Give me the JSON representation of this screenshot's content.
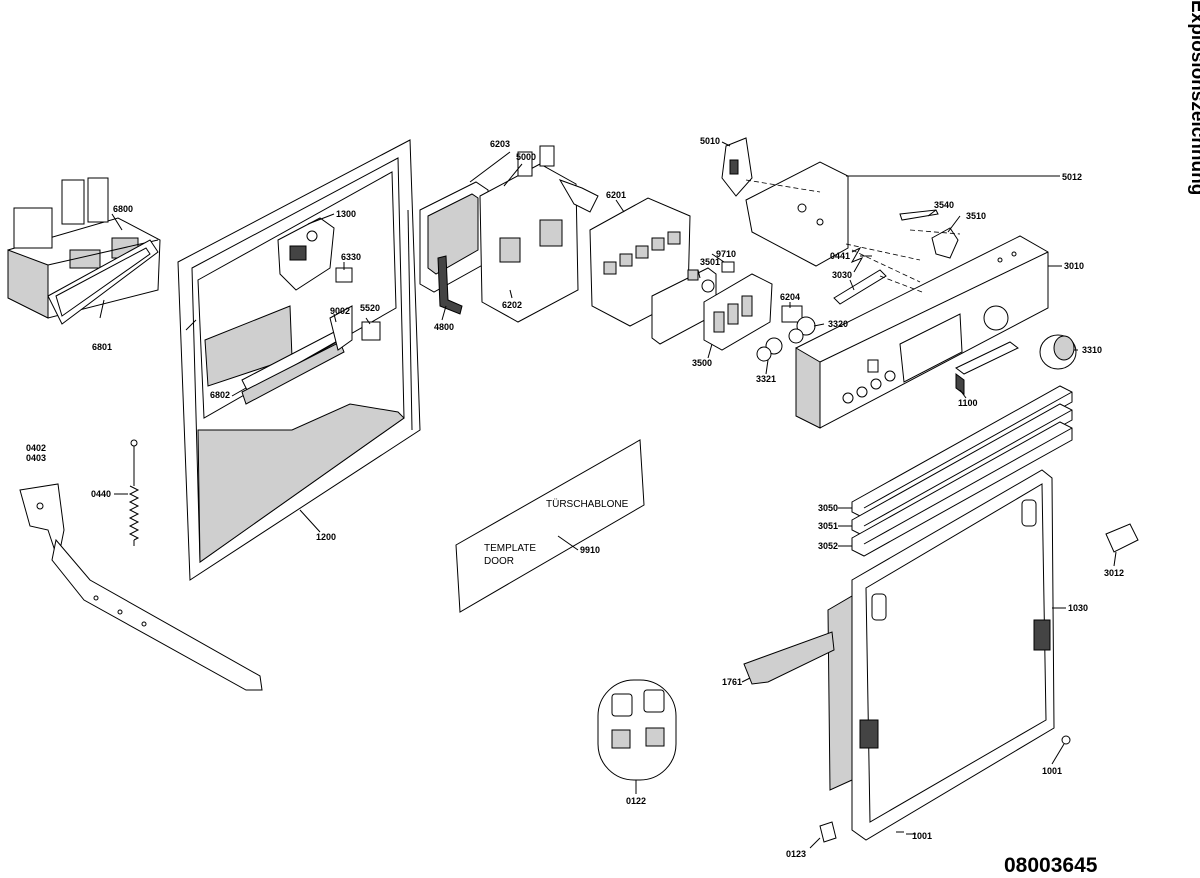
{
  "title": "Explosionszeichnung",
  "doc_number": "08003645",
  "template": {
    "line1": "TÜRSCHABLONE",
    "line2a": "TEMPLATE",
    "line2b": "DOOR",
    "part": "9910"
  },
  "parts": {
    "p6800": "6800",
    "p6801": "6801",
    "p1300": "1300",
    "p6330": "6330",
    "p9002": "9002",
    "p5520": "5520",
    "p6802": "6802",
    "p1200": "1200",
    "p0402": "0402",
    "p0403": "0403",
    "p0440": "0440",
    "p6203": "6203",
    "p5000": "5000",
    "p6201": "6201",
    "p6202": "6202",
    "p4800": "4800",
    "p3501": "3501",
    "p9710": "9710",
    "p3500": "3500",
    "p6204": "6204",
    "p3320": "3320",
    "p3321": "3321",
    "p5010": "5010",
    "p5012": "5012",
    "p3540": "3540",
    "p3510": "3510",
    "p0441": "0441",
    "p3030": "3030",
    "p3010": "3010",
    "p3310": "3310",
    "p1100": "1100",
    "p3050": "3050",
    "p3051": "3051",
    "p3052": "3052",
    "p3012": "3012",
    "p1030": "1030",
    "p1761": "1761",
    "p0122": "0122",
    "p1001a": "1001",
    "p1001b": "1001",
    "p0123": "0123"
  }
}
